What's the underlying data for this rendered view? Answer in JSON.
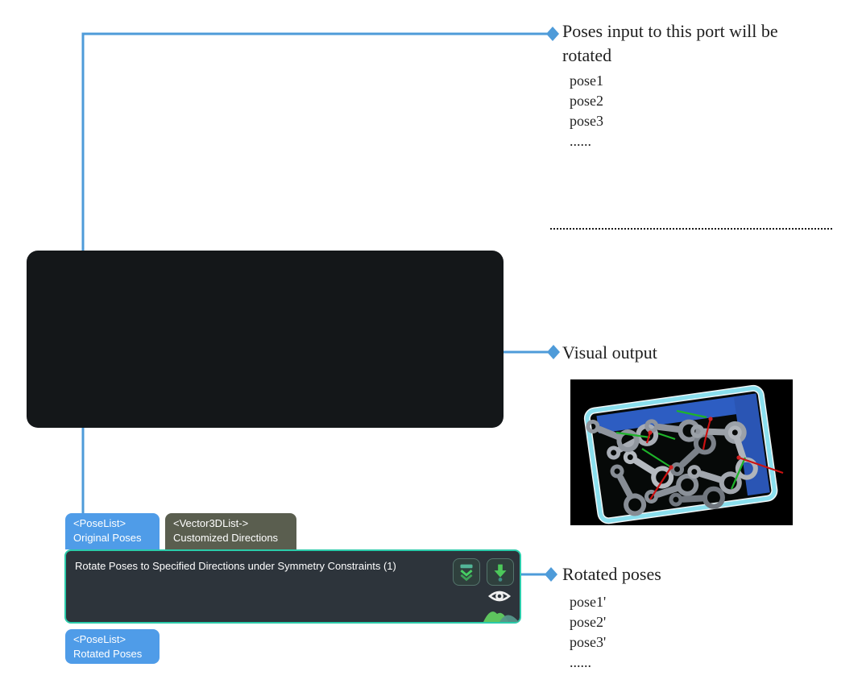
{
  "node": {
    "title": "Rotate Poses to Specified Directions under Symmetry Constraints (1)",
    "input_ports": [
      {
        "type": "<PoseList>",
        "label": "Original Poses",
        "color": "#4f9ce8"
      },
      {
        "type": "<Vector3DList->",
        "label": "Customized Directions",
        "color": "#5a5e4f"
      }
    ],
    "output_ports": [
      {
        "type": "<PoseList>",
        "label": "Rotated Poses",
        "color": "#4f9ce8"
      }
    ],
    "toolbar_icons": [
      {
        "name": "collapse-chevrons-icon"
      },
      {
        "name": "run-to-node-arrow-icon"
      }
    ],
    "visibility_icons": [
      {
        "name": "eye-icon"
      },
      {
        "name": "image-preview-icon"
      }
    ]
  },
  "annotations": {
    "input_note": {
      "title": "Poses input to this port will be rotated",
      "items": [
        "pose1",
        "pose2",
        "pose3",
        "......"
      ]
    },
    "visual_output": {
      "title": "Visual output",
      "image_description": "Point cloud of metal connecting rods in a blue bin with cyan rim; red and green pose-axis lines mark picked parts"
    },
    "rotated_note": {
      "title": "Rotated poses",
      "items": [
        "pose1'",
        "pose2'",
        "pose3'",
        "......"
      ]
    }
  },
  "colors": {
    "connector_blue": "#4e9bd9",
    "port_blue": "#4f9ce8",
    "port_olive": "#5a5e4f",
    "node_background": "#141719",
    "node_body": "#2d343b",
    "teal_border": "#2bcbaa",
    "icon_green": "#4cc85a",
    "bin_rim_cyan": "#8adfee",
    "bin_blue": "#2d5dc2",
    "pose_axis_red": "#cc1111",
    "pose_axis_green": "#1eb32a"
  }
}
